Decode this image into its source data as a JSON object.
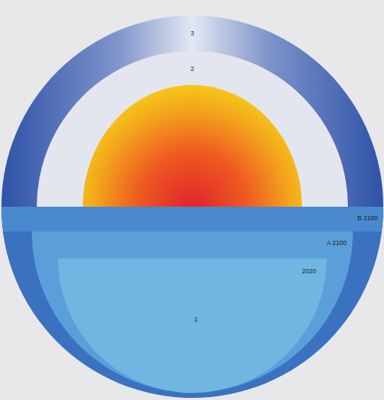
{
  "diagram": {
    "nodes": [
      {
        "text": [
          "3"
        ]
      },
      {
        "text": [
          "2"
        ],
        "in": 0
      },
      {
        "text": [
          "B 2100"
        ],
        "in": 0
      },
      {
        "text": [
          "A 2100"
        ],
        "in": 2
      },
      {
        "text": [
          "2020"
        ],
        "in": 3
      }
    ],
    "labels": [
      "1"
    ]
  }
}
